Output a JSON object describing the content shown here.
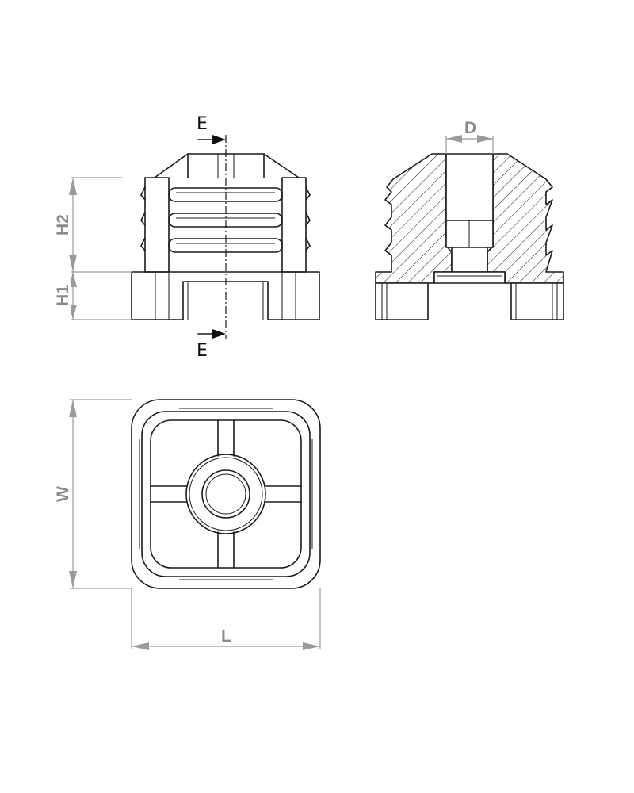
{
  "section_labels": {
    "top": "E",
    "bottom": "E"
  },
  "dimensions": {
    "h2": "H2",
    "h1": "H1",
    "d": "D",
    "w": "W",
    "l": "L"
  },
  "colors": {
    "line": "#1a1a1a",
    "dimension": "#9a9a9a",
    "dimension_text": "#8a8a8a",
    "background": "#ffffff"
  }
}
